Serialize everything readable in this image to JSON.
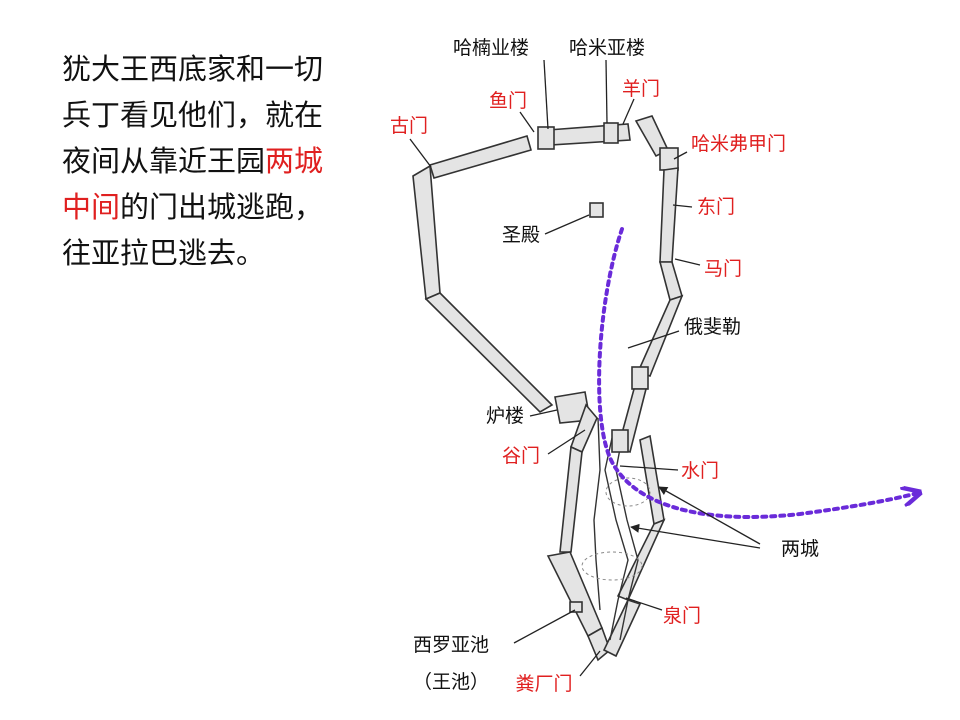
{
  "passage": {
    "before": "犹大王西底家和一切兵丁看见他们，就在夜间从靠近王园",
    "highlight": "两城中间",
    "after": "的门出城逃跑，往亚拉巴逃去。"
  },
  "labels": {
    "hananel_tower": "哈楠业楼",
    "hammeah_tower": "哈米亚楼",
    "fish_gate": "鱼门",
    "sheep_gate": "羊门",
    "old_gate": "古门",
    "muster_gate": "哈米弗甲门",
    "temple": "圣殿",
    "east_gate": "东门",
    "horse_gate": "马门",
    "ophel": "俄斐勒",
    "oven_tower": "炉楼",
    "valley_gate": "谷门",
    "water_gate": "水门",
    "two_walls": "两城",
    "fountain_gate": "泉门",
    "siloam_pool": "西罗亚池",
    "kings_pool": "（王池）",
    "dung_gate": "粪厂门"
  },
  "colors": {
    "text": "#111111",
    "highlight": "#e02020",
    "route": "#6a2bd9"
  }
}
